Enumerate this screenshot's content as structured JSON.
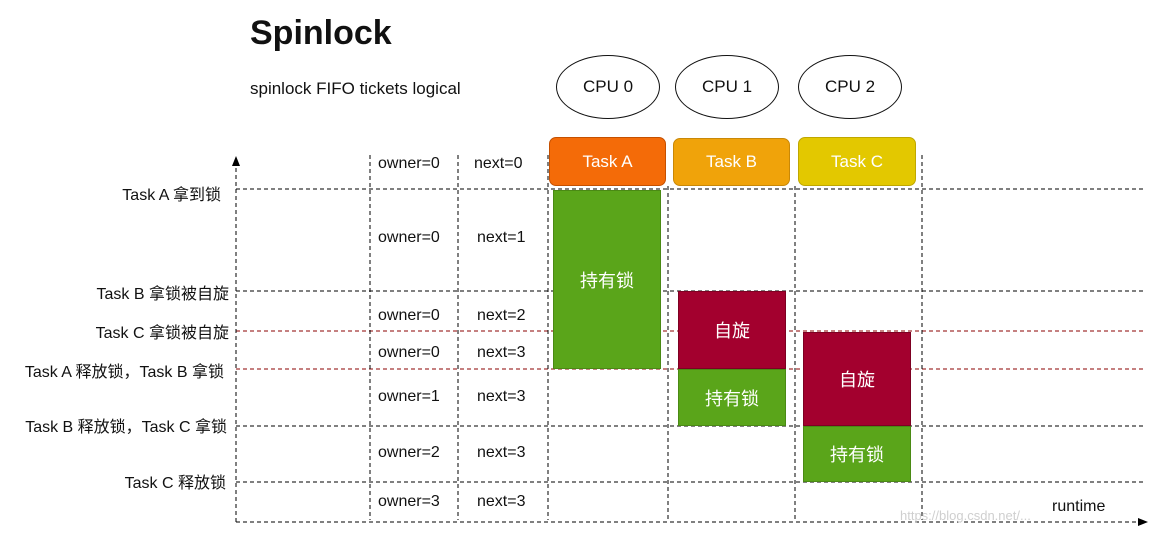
{
  "title": "Spinlock",
  "subtitle": "spinlock FIFO tickets logical",
  "cpus": [
    "CPU 0",
    "CPU 1",
    "CPU 2"
  ],
  "tasks": [
    {
      "label": "Task  A",
      "color": "#f46b08"
    },
    {
      "label": "Task  B",
      "color": "#f0a30a"
    },
    {
      "label": "Task  C",
      "color": "#e3c800"
    }
  ],
  "events": [
    "Task A 拿到锁",
    "Task B 拿锁被自旋",
    "Task C 拿锁被自旋",
    "Task A 释放锁，Task B 拿锁",
    "Task B 释放锁，Task C 拿锁",
    "Task C 释放锁"
  ],
  "rows": [
    {
      "owner": "owner=0",
      "next": "next=0"
    },
    {
      "owner": "owner=0",
      "next": "next=1"
    },
    {
      "owner": "owner=0",
      "next": "next=2"
    },
    {
      "owner": "owner=0",
      "next": "next=3"
    },
    {
      "owner": "owner=1",
      "next": "next=3"
    },
    {
      "owner": "owner=2",
      "next": "next=3"
    },
    {
      "owner": "owner=3",
      "next": "next=3"
    }
  ],
  "states": {
    "hold": "持有锁",
    "spin": "自旋"
  },
  "colors": {
    "hold": "#5aa51a",
    "spin": "#a3002e",
    "black_line": "#000000",
    "red_line": "#8b0000"
  },
  "axis_label": "runtime",
  "watermark": "https://blog.csdn.net/..."
}
